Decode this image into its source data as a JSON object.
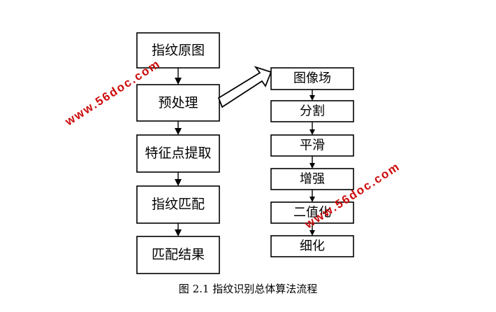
{
  "left_column": [
    {
      "label": "指纹原图"
    },
    {
      "label": "预处理"
    },
    {
      "label": "特征点提取"
    },
    {
      "label": "指纹匹配"
    },
    {
      "label": "匹配结果"
    }
  ],
  "right_column": [
    {
      "label": "图像场"
    },
    {
      "label": "分割"
    },
    {
      "label": "平滑"
    },
    {
      "label": "增强"
    },
    {
      "label": "二值化"
    },
    {
      "label": "细化"
    }
  ],
  "caption": "图 2.1  指纹识别总体算法流程",
  "watermarks": [
    "www.56doc.com",
    "www.56doc.com"
  ],
  "colors": {
    "line": "#000000",
    "watermark": "#cc0a0a"
  }
}
